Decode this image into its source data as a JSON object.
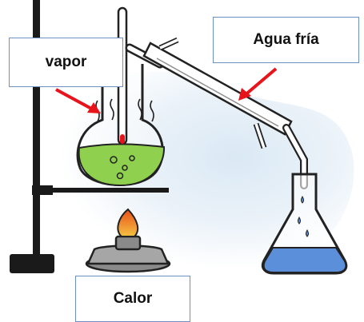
{
  "labels": {
    "vapor": "vapor",
    "agua_fria": "Agua fría",
    "calor": "Calor"
  },
  "colors": {
    "liquid_green": "#8fd14f",
    "liquid_blue": "#5b8fd9",
    "arrow_red": "#e8141b",
    "stand_dark": "#1a1a1a",
    "glass_outline": "#222222",
    "flame_orange": "#f07a1e",
    "box_border": "#6e8fc2"
  },
  "icons": [
    "ring-stand-icon",
    "round-flask-icon",
    "condenser-icon",
    "erlenmeyer-flask-icon",
    "burner-icon",
    "flame-icon",
    "arrow-icon"
  ]
}
